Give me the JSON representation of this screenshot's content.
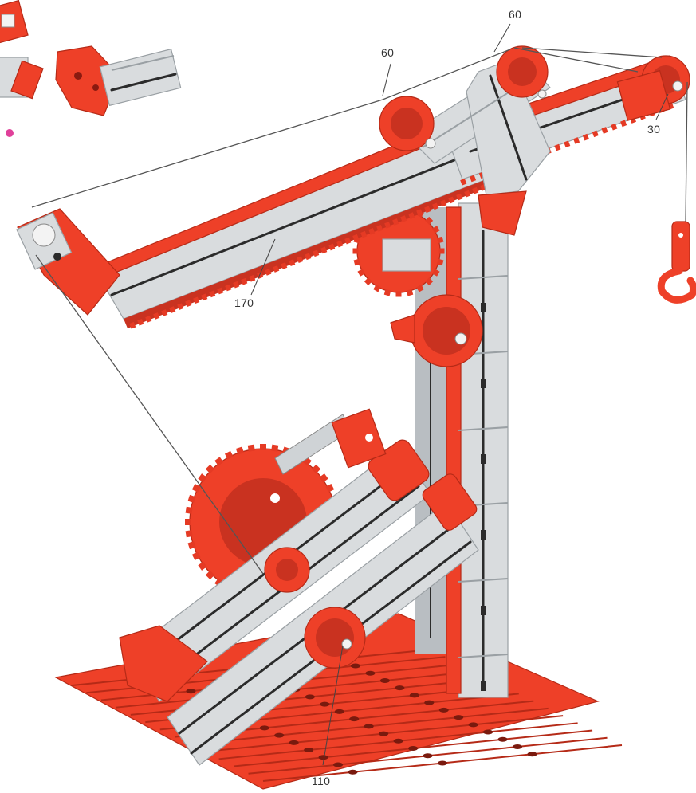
{
  "callouts": {
    "c60_left": "60",
    "c60_top": "60",
    "c30": "30",
    "c170": "170",
    "c110": "110"
  },
  "colors": {
    "part_red": "#ee4028",
    "beam_aluminium": "#d9dcde",
    "slot": "#2b2b2b",
    "rope": "#555555",
    "inset_dot": "#e0409a"
  },
  "icons": [
    "pulley-icon",
    "hook-icon",
    "gear-icon"
  ]
}
